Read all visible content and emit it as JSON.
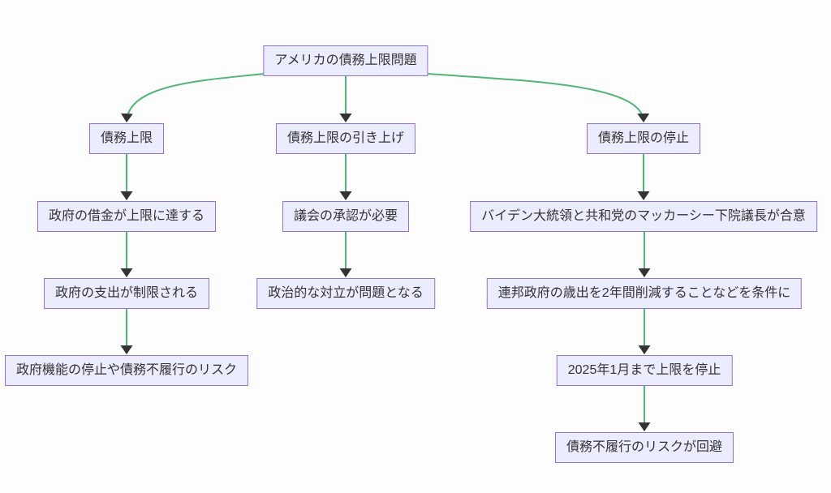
{
  "diagram": {
    "type": "flowchart",
    "direction": "top-down",
    "nodes": {
      "root": "アメリカの債務上限問題",
      "debt_ceiling": "債務上限",
      "reach_limit": "政府の借金が上限に達する",
      "spending_restricted": "政府の支出が制限される",
      "shutdown_default_risk": "政府機能の停止や債務不履行のリスク",
      "raise_ceiling": "債務上限の引き上げ",
      "congress_approval": "議会の承認が必要",
      "political_conflict": "政治的な対立が問題となる",
      "suspend_ceiling": "債務上限の停止",
      "biden_mccarthy_agreement": "バイデン大統領と共和党のマッカーシー下院議長が合意",
      "spending_cut_condition": "連邦政府の歳出を2年間削減することなどを条件に",
      "suspend_until_jan_2025": "2025年1月まで上限を停止",
      "default_risk_avoided": "債務不履行のリスクが回避"
    },
    "edges": [
      {
        "from": "root",
        "to": "debt_ceiling"
      },
      {
        "from": "root",
        "to": "raise_ceiling"
      },
      {
        "from": "root",
        "to": "suspend_ceiling"
      },
      {
        "from": "debt_ceiling",
        "to": "reach_limit"
      },
      {
        "from": "reach_limit",
        "to": "spending_restricted"
      },
      {
        "from": "spending_restricted",
        "to": "shutdown_default_risk"
      },
      {
        "from": "raise_ceiling",
        "to": "congress_approval"
      },
      {
        "from": "congress_approval",
        "to": "political_conflict"
      },
      {
        "from": "suspend_ceiling",
        "to": "biden_mccarthy_agreement"
      },
      {
        "from": "biden_mccarthy_agreement",
        "to": "spending_cut_condition"
      },
      {
        "from": "spending_cut_condition",
        "to": "suspend_until_jan_2025"
      },
      {
        "from": "suspend_until_jan_2025",
        "to": "default_risk_avoided"
      }
    ],
    "colors": {
      "node_fill": "#ECECFF",
      "node_border": "#9370DB",
      "edge_line": "#4DB873",
      "arrowhead": "#333333",
      "text": "#333333",
      "background": "#FEFDFD"
    }
  }
}
